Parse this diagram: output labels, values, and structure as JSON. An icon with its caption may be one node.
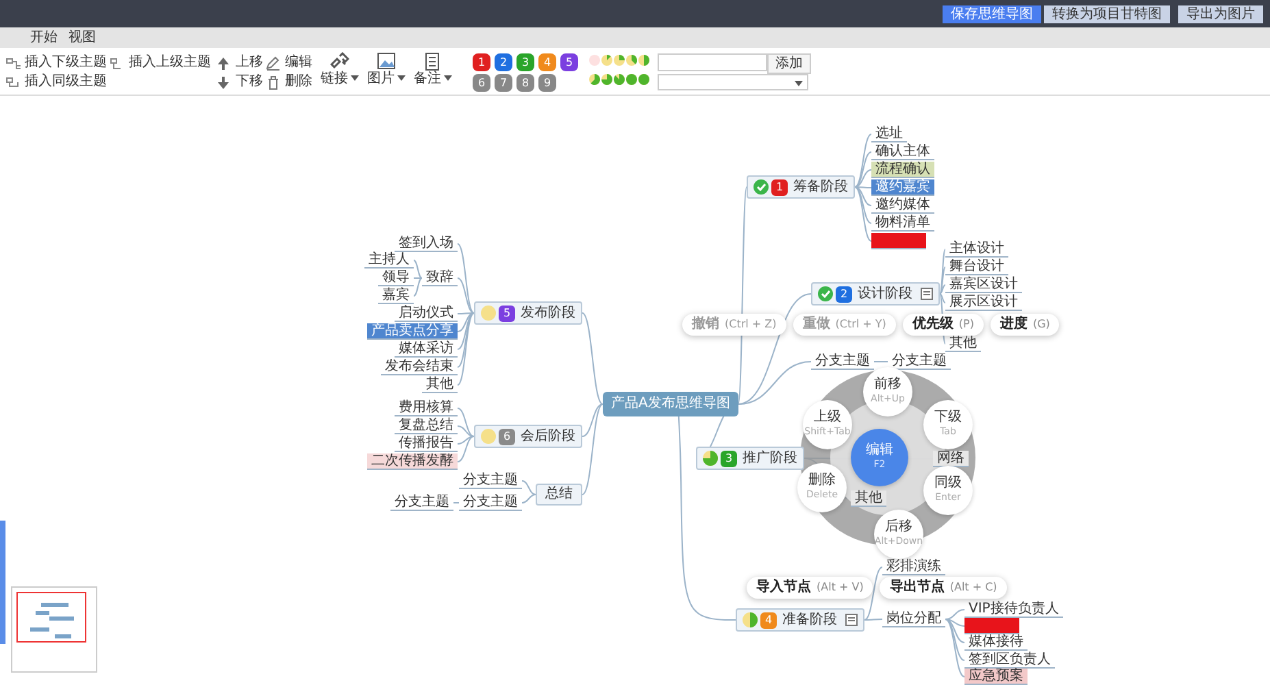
{
  "diagram": {
    "nodes": [
      {
        "text": [
          "产品A发布思维导图"
        ]
      },
      {
        "text": [
          "1",
          "筹备阶段"
        ]
      },
      {
        "text": [
          "选址"
        ]
      },
      {
        "text": [
          "确认主体"
        ]
      },
      {
        "text": [
          "流程确认"
        ]
      },
      {
        "text": [
          "邀约嘉宾"
        ]
      },
      {
        "text": [
          "邀约媒体"
        ]
      },
      {
        "text": [
          "物料清单"
        ]
      },
      {
        "text": [],
        "shape": "box"
      },
      {
        "text": [
          "2",
          "设计阶段"
        ]
      },
      {
        "text": [
          "主体设计"
        ]
      },
      {
        "text": [
          "舞台设计"
        ]
      },
      {
        "text": [
          "嘉宾区设计"
        ]
      },
      {
        "text": [
          "展示区设计"
        ]
      },
      {
        "text": [
          "其他"
        ]
      },
      {
        "text": [
          "分支主题"
        ]
      },
      {
        "text": [
          "分支主题"
        ]
      },
      {
        "text": [
          "3",
          "推广阶段"
        ]
      },
      {
        "text": [
          "网络"
        ]
      },
      {
        "text": [
          "其他"
        ]
      },
      {
        "text": [
          "4",
          "准备阶段"
        ]
      },
      {
        "text": [
          "彩排演练"
        ]
      },
      {
        "text": [
          "岗位分配"
        ]
      },
      {
        "text": [
          "VIP接待负责人"
        ]
      },
      {
        "text": [],
        "shape": "box"
      },
      {
        "text": [
          "媒体接待"
        ]
      },
      {
        "text": [
          "签到区负责人"
        ]
      },
      {
        "text": [
          "应急预案"
        ]
      },
      {
        "text": [
          "5",
          "发布阶段"
        ]
      },
      {
        "text": [
          "签到入场"
        ]
      },
      {
        "text": [
          "致辞"
        ]
      },
      {
        "text": [
          "主持人"
        ]
      },
      {
        "text": [
          "领导"
        ]
      },
      {
        "text": [
          "嘉宾"
        ]
      },
      {
        "text": [
          "启动仪式"
        ]
      },
      {
        "text": [
          "产品卖点分享"
        ]
      },
      {
        "text": [
          "媒体采访"
        ]
      },
      {
        "text": [
          "发布会结束"
        ]
      },
      {
        "text": [
          "其他"
        ]
      },
      {
        "text": [
          "6",
          "会后阶段"
        ]
      },
      {
        "text": [
          "费用核算"
        ]
      },
      {
        "text": [
          "复盘总结"
        ]
      },
      {
        "text": [
          "传播报告"
        ]
      },
      {
        "text": [
          "二次传播发酵"
        ]
      },
      {
        "text": [
          "总结"
        ]
      },
      {
        "text": [
          "分支主题"
        ]
      },
      {
        "text": [
          "分支主题"
        ]
      },
      {
        "text": [
          "分支主题"
        ]
      }
    ],
    "edges": [
      {
        "from": 0,
        "to": 1,
        "arrow": "none"
      },
      {
        "from": 0,
        "to": 9,
        "arrow": "none"
      },
      {
        "from": 0,
        "to": 15,
        "arrow": "none"
      },
      {
        "from": 0,
        "to": 17,
        "arrow": "none"
      },
      {
        "from": 0,
        "to": 20,
        "arrow": "none"
      },
      {
        "from": 0,
        "to": 28,
        "arrow": "none"
      },
      {
        "from": 0,
        "to": 39,
        "arrow": "none"
      },
      {
        "from": 0,
        "to": 44,
        "arrow": "none"
      },
      {
        "from": 1,
        "to": 2,
        "arrow": "none"
      },
      {
        "from": 1,
        "to": 3,
        "arrow": "none"
      },
      {
        "from": 1,
        "to": 4,
        "arrow": "none"
      },
      {
        "from": 1,
        "to": 5,
        "arrow": "none"
      },
      {
        "from": 1,
        "to": 6,
        "arrow": "none"
      },
      {
        "from": 1,
        "to": 7,
        "arrow": "none"
      },
      {
        "from": 1,
        "to": 8,
        "arrow": "none"
      },
      {
        "from": 9,
        "to": 10,
        "arrow": "none"
      },
      {
        "from": 9,
        "to": 11,
        "arrow": "none"
      },
      {
        "from": 9,
        "to": 12,
        "arrow": "none"
      },
      {
        "from": 9,
        "to": 13,
        "arrow": "none"
      },
      {
        "from": 9,
        "to": 14,
        "arrow": "none"
      },
      {
        "from": 15,
        "to": 16,
        "arrow": "none"
      },
      {
        "from": 17,
        "to": 18,
        "arrow": "none"
      },
      {
        "from": 17,
        "to": 19,
        "arrow": "none"
      },
      {
        "from": 20,
        "to": 21,
        "arrow": "none"
      },
      {
        "from": 20,
        "to": 22,
        "arrow": "none"
      },
      {
        "from": 22,
        "to": 23,
        "arrow": "none"
      },
      {
        "from": 22,
        "to": 24,
        "arrow": "none"
      },
      {
        "from": 22,
        "to": 25,
        "arrow": "none"
      },
      {
        "from": 22,
        "to": 26,
        "arrow": "none"
      },
      {
        "from": 22,
        "to": 27,
        "arrow": "none"
      },
      {
        "from": 28,
        "to": 29,
        "arrow": "none"
      },
      {
        "from": 28,
        "to": 30,
        "arrow": "none"
      },
      {
        "from": 30,
        "to": 31,
        "arrow": "none"
      },
      {
        "from": 30,
        "to": 32,
        "arrow": "none"
      },
      {
        "from": 30,
        "to": 33,
        "arrow": "none"
      },
      {
        "from": 28,
        "to": 34,
        "arrow": "none"
      },
      {
        "from": 28,
        "to": 35,
        "arrow": "none"
      },
      {
        "from": 28,
        "to": 36,
        "arrow": "none"
      },
      {
        "from": 28,
        "to": 37,
        "arrow": "none"
      },
      {
        "from": 28,
        "to": 38,
        "arrow": "none"
      },
      {
        "from": 39,
        "to": 40,
        "arrow": "none"
      },
      {
        "from": 39,
        "to": 41,
        "arrow": "none"
      },
      {
        "from": 39,
        "to": 42,
        "arrow": "none"
      },
      {
        "from": 39,
        "to": 43,
        "arrow": "none"
      },
      {
        "from": 44,
        "to": 45,
        "arrow": "none"
      },
      {
        "from": 44,
        "to": 46,
        "arrow": "none"
      },
      {
        "from": 46,
        "to": 47,
        "arrow": "none"
      }
    ],
    "labels": [
      "开始",
      "视图",
      "保存思维导图",
      "转换为项目甘特图",
      "导出为图片",
      "插入下级主题",
      "插入上级主题",
      "插入同级主题",
      "上移",
      "下移",
      "编辑",
      "删除",
      "链接",
      "图片",
      "备注",
      "1",
      "2",
      "3",
      "4",
      "5",
      "6",
      "7",
      "8",
      "9",
      "添加",
      "撤销",
      "(Ctrl + Z)",
      "重做",
      "(Ctrl + Y)",
      "优先级",
      "(P)",
      "进度",
      "(G)",
      "前移",
      "Alt+Up",
      "上级",
      "Shift+Tab",
      "下级",
      "Tab",
      "编辑",
      "F2",
      "删除",
      "Delete",
      "同级",
      "Enter",
      "后移",
      "Alt+Down",
      "导入节点",
      "(Alt + V)",
      "导出节点",
      "(Alt + C)"
    ]
  }
}
